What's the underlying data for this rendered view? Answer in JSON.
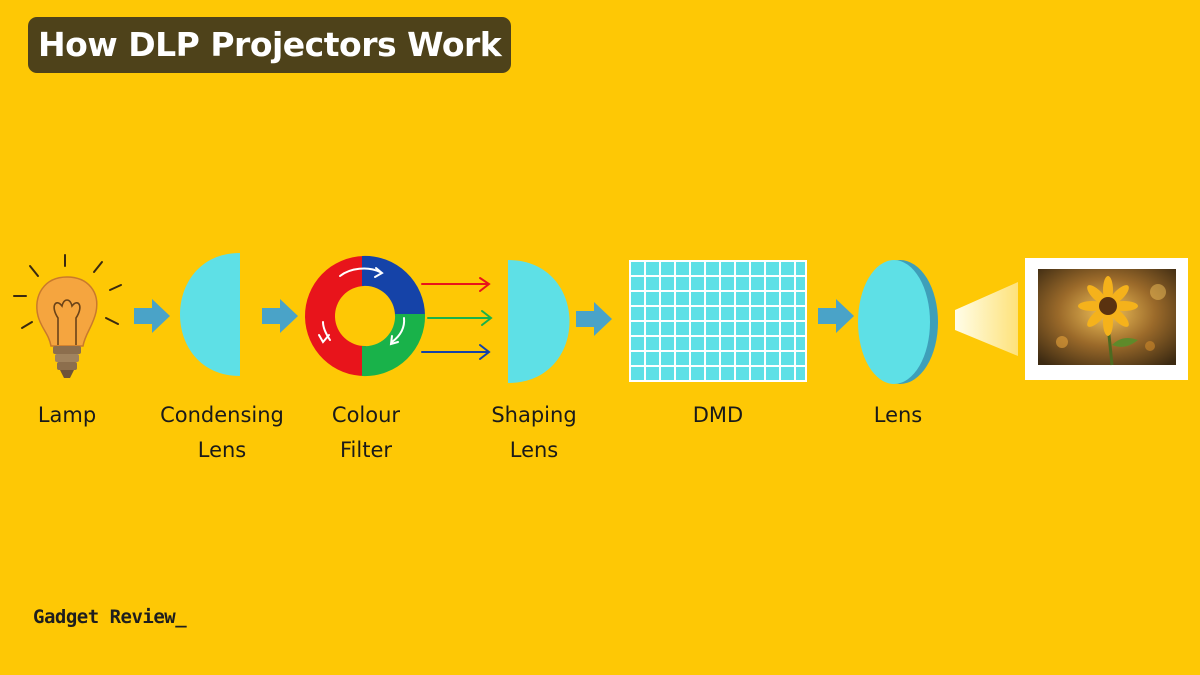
{
  "title": "How DLP Projectors Work",
  "labels": {
    "lamp": [
      "Lamp"
    ],
    "condensing_lens": [
      "Condensing",
      "Lens"
    ],
    "colour_filter": [
      "Colour",
      "Filter"
    ],
    "shaping_lens": [
      "Shaping",
      "Lens"
    ],
    "dmd": [
      "DMD"
    ],
    "lens": [
      "Lens"
    ]
  },
  "brand": "Gadget Review_",
  "colors": {
    "background": "#FEC805",
    "title_bg": "#4E421A",
    "lens_cyan": "#5EE0E6",
    "arrow_blue": "#4AA3C8",
    "filter_red": "#E8141B",
    "filter_blue": "#1543A8",
    "filter_green": "#19B24A",
    "dmd_grid": "#5EE0E6"
  },
  "icons": [
    "light-bulb-icon",
    "sunflower-photo-icon"
  ]
}
